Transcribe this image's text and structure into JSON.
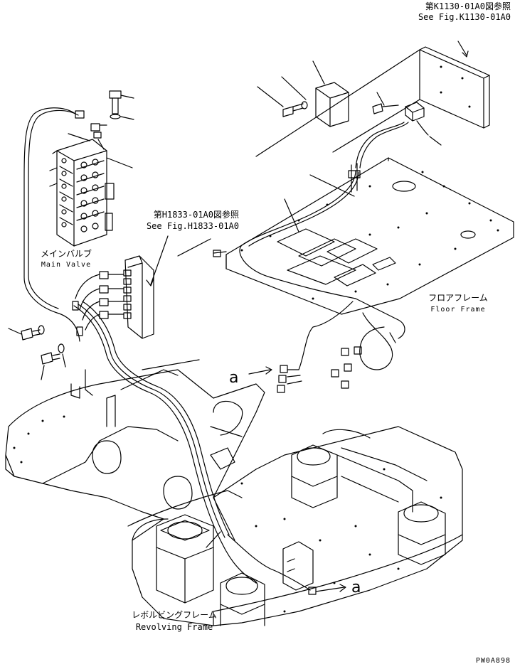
{
  "refs": {
    "k1130_jp": "第K1130-01A0図参照",
    "k1130_en": "See Fig.K1130-01A0",
    "h1833_jp": "第H1833-01A0図参照",
    "h1833_en": "See Fig.H1833-01A0"
  },
  "labels": {
    "main_valve_jp": "メインバルブ",
    "main_valve_en": "Main Valve",
    "floor_frame_jp": "フロアフレーム",
    "floor_frame_en": "Floor Frame",
    "revolving_frame_jp": "レボルビングフレーム",
    "revolving_frame_en": "Revolving Frame",
    "connector_a_upper": "a",
    "connector_a_lower": "a",
    "drawing_code": "PW0A898"
  },
  "colors": {
    "line": "#000000",
    "background": "#ffffff"
  }
}
